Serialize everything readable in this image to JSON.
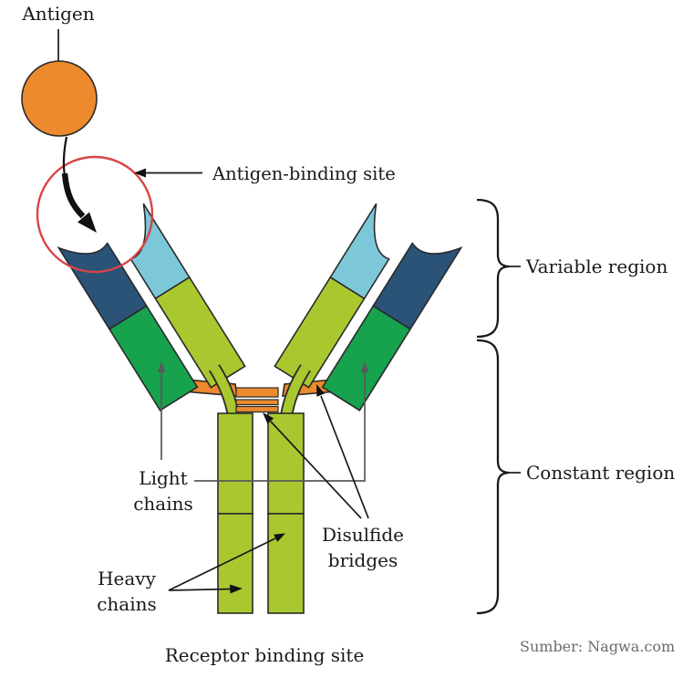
{
  "diagram": {
    "labels": {
      "antigen": "Antigen",
      "antigen_binding_site": "Antigen-binding site",
      "variable_region": "Variable region",
      "constant_region": "Constant region",
      "light_chains_line1": "Light",
      "light_chains_line2": "chains",
      "heavy_chains_line1": "Heavy",
      "heavy_chains_line2": "chains",
      "disulfide_line1": "Disulfide",
      "disulfide_line2": "bridges",
      "receptor_binding_site": "Receptor binding site",
      "source": "Sumber: Nagwa.com"
    },
    "colors": {
      "antigen_orange": "#ED8A2D",
      "light_chain_variable_blue": "#2B5277",
      "heavy_chain_variable_cyan": "#7CC7D8",
      "light_chain_constant_green": "#17A24E",
      "heavy_chain_constant_yellow_green": "#A9C82F",
      "binding_site_circle_red": "#D84445",
      "outline_dark": "#2A2A2A",
      "pointer_gray": "#58595B",
      "text_dark": "#1A1A1A",
      "source_gray": "#6B6B6B"
    }
  }
}
